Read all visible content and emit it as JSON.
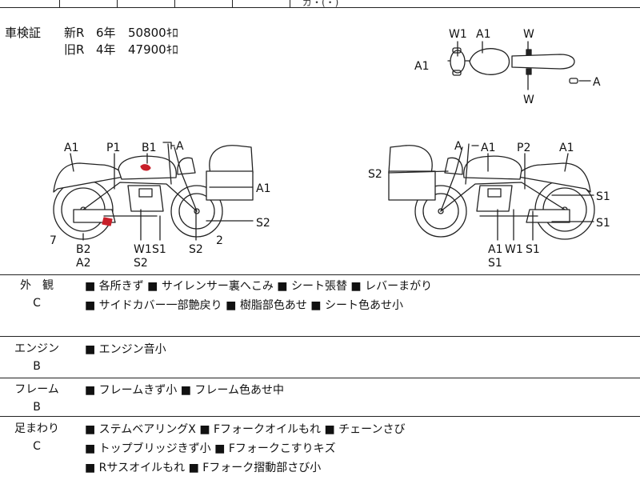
{
  "top_fragment": "ガ・(・)",
  "inspection": {
    "label": "車検証",
    "rows": [
      {
        "generation": "新R",
        "years": "6年",
        "price": "50800ｷﾛ"
      },
      {
        "generation": "旧R",
        "years": "4年",
        "price": "47900ｷﾛ"
      }
    ]
  },
  "diagram_labels": {
    "top_view": {
      "w1": "W1",
      "a1_top": "A1",
      "w_top": "W",
      "a1_left": "A1",
      "a_right": "A",
      "w_bottom": "W"
    },
    "left_side": {
      "a1": "A1",
      "p1": "P1",
      "b1": "B1",
      "a": "A",
      "a1_right": "A1",
      "s2_right": "S2",
      "seven": "7",
      "b2": "B2",
      "a2": "A2",
      "w1": "W1",
      "s1": "S1",
      "s2_bottom": "S2",
      "s2_mid": "S2",
      "two": "2"
    },
    "right_side": {
      "a": "A",
      "a1_a": "A1",
      "p2": "P2",
      "a1_b": "A1",
      "s2_left": "S2",
      "s1_a": "S1",
      "s1_b": "S1",
      "a1_bottom": "A1",
      "w1": "W1",
      "s1_bottom": "S1",
      "s1_under": "S1"
    }
  },
  "conditions": [
    {
      "category": "外　観",
      "grade": "C",
      "items": [
        "■ 各所きず",
        "■ サイレンサー裏へこみ",
        "■ シート張替",
        "■ レバーまがり",
        "■ サイドカバー一部艶戻り",
        "■ 樹脂部色あせ",
        "■ シート色あせ小"
      ]
    },
    {
      "category": "エンジン",
      "grade": "B",
      "items": [
        "■ エンジン音小"
      ]
    },
    {
      "category": "フレーム",
      "grade": "B",
      "items": [
        "■ フレームきず小",
        "■ フレーム色あせ中"
      ]
    },
    {
      "category": "足まわり",
      "grade": "C",
      "items": [
        "■ ステムベアリングX",
        "■ Fフォークオイルもれ",
        "■ チェーンさび",
        "■ トップブリッジきず小",
        "■ Fフォークこすりキズ",
        "■ Rサスオイルもれ",
        "■ Fフォーク摺動部さび小"
      ]
    }
  ],
  "colors": {
    "damage_mark": "#c8202a",
    "line": "#222222"
  }
}
